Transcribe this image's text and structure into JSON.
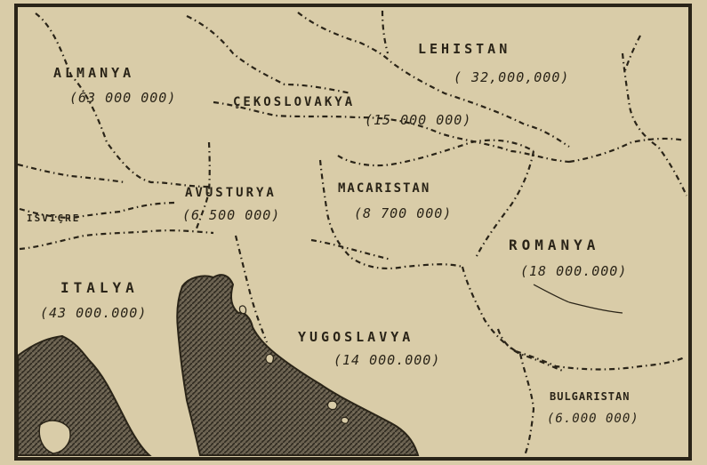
{
  "map": {
    "countries": [
      {
        "key": "lehistan",
        "name": "LEHISTAN",
        "population": "( 32,000,000)"
      },
      {
        "key": "almanya",
        "name": "ALMANYA",
        "population": "(63 000 000)"
      },
      {
        "key": "cekoslovakya",
        "name": "ÇEKOSLOVAKYA",
        "population": "(15 000 000)"
      },
      {
        "key": "avusturya",
        "name": "AVUSTURYA",
        "population": "(6 500 000)"
      },
      {
        "key": "macaristan",
        "name": "MACARISTAN",
        "population": "(8 700 000)"
      },
      {
        "key": "isvicre",
        "name": "ISVIÇRE",
        "population": ""
      },
      {
        "key": "romanya",
        "name": "ROMANYA",
        "population": "(18 000.000)"
      },
      {
        "key": "italya",
        "name": "ITALYA",
        "population": "(43 000.000)"
      },
      {
        "key": "yugoslavya",
        "name": "YUGOSLAVYA",
        "population": "(14 000.000)"
      },
      {
        "key": "bulgaristan",
        "name": "BULGARISTAN",
        "population": "(6.000 000)"
      }
    ],
    "colors": {
      "paper": "#d9cca8",
      "ink": "#2a2418",
      "sea": "#5a5244"
    }
  }
}
